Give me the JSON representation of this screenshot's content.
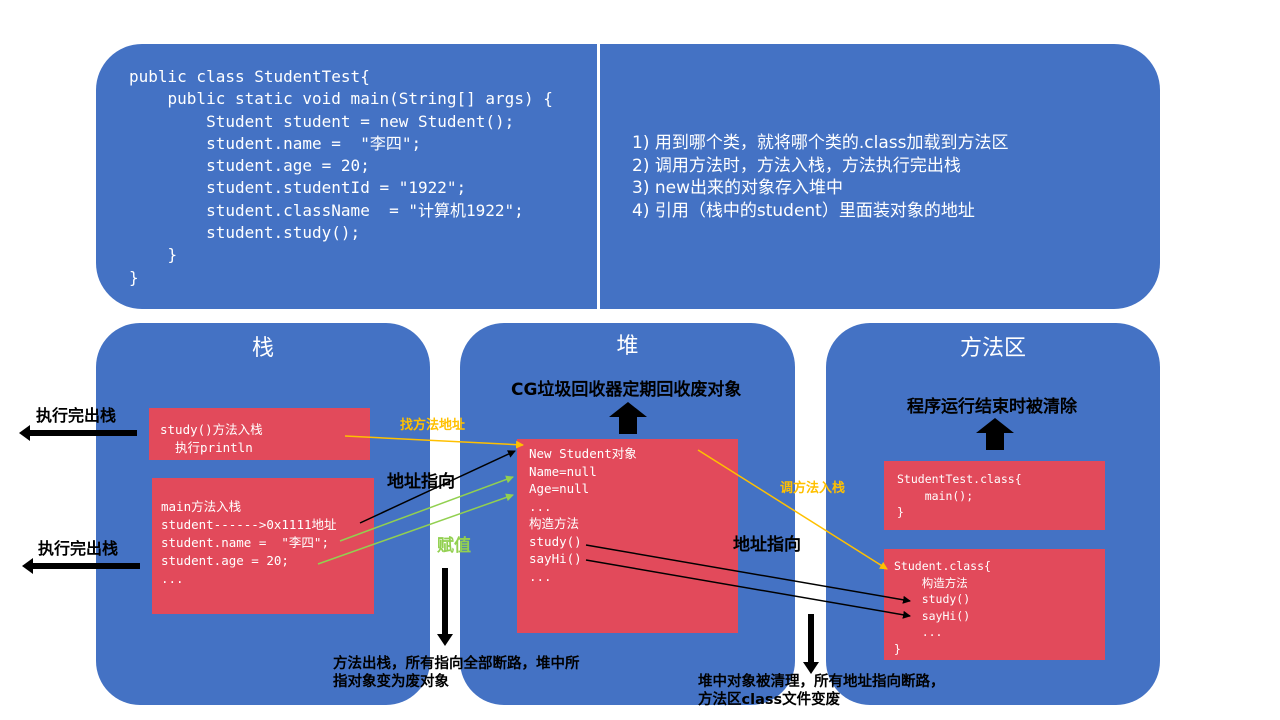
{
  "top": {
    "code": "public class StudentTest{\n    public static void main(String[] args) {\n        Student student = new Student();\n        student.name =  \"李四\";\n        student.age = 20;\n        student.studentId = \"1922\";\n        student.className  = \"计算机1922\";\n        student.study();\n    }\n}",
    "notes": [
      "1) 用到哪个类，就将哪个类的.class加载到方法区",
      "2) 调用方法时，方法入栈，方法执行完出栈",
      "3) new出来的对象存入堆中",
      "4) 引用（栈中的student）里面装对象的地址"
    ]
  },
  "stack": {
    "title": "栈",
    "study_box": "study()方法入栈\n  执行println",
    "main_box": "main方法入栈\nstudent------>0x1111地址\nstudent.name =  \"李四\";\nstudent.age = 20;\n...",
    "exit_label_1": "执行完出栈",
    "exit_label_2": "执行完出栈",
    "caption": "方法出栈，所有指向全部断路，堆中所指对象变为废对象"
  },
  "heap": {
    "title": "堆",
    "gc_label": "CG垃圾回收器定期回收废对象",
    "object_box": "New Student对象\nName=null\nAge=null\n...\n构造方法\nstudy()\nsayHi()\n...",
    "caption": "堆中对象被清理，所有地址指向断路，方法区class文件变废"
  },
  "method_area": {
    "title": "方法区",
    "clear_label": "程序运行结束时被清除",
    "test_class_box": "StudentTest.class{\n    main();\n}",
    "student_class_box": "Student.class{\n    构造方法\n    study()\n    sayHi()\n    ...\n}"
  },
  "labels": {
    "find_method_address": "找方法地址",
    "address_pointer_1": "地址指向",
    "assign": "赋值",
    "call_method_push": "调方法入栈",
    "address_pointer_2": "地址指向"
  },
  "colors": {
    "panel": "#4472C4",
    "box": "#E24A5B",
    "orange": "#FFC000",
    "green": "#92D050",
    "black": "#000000"
  }
}
